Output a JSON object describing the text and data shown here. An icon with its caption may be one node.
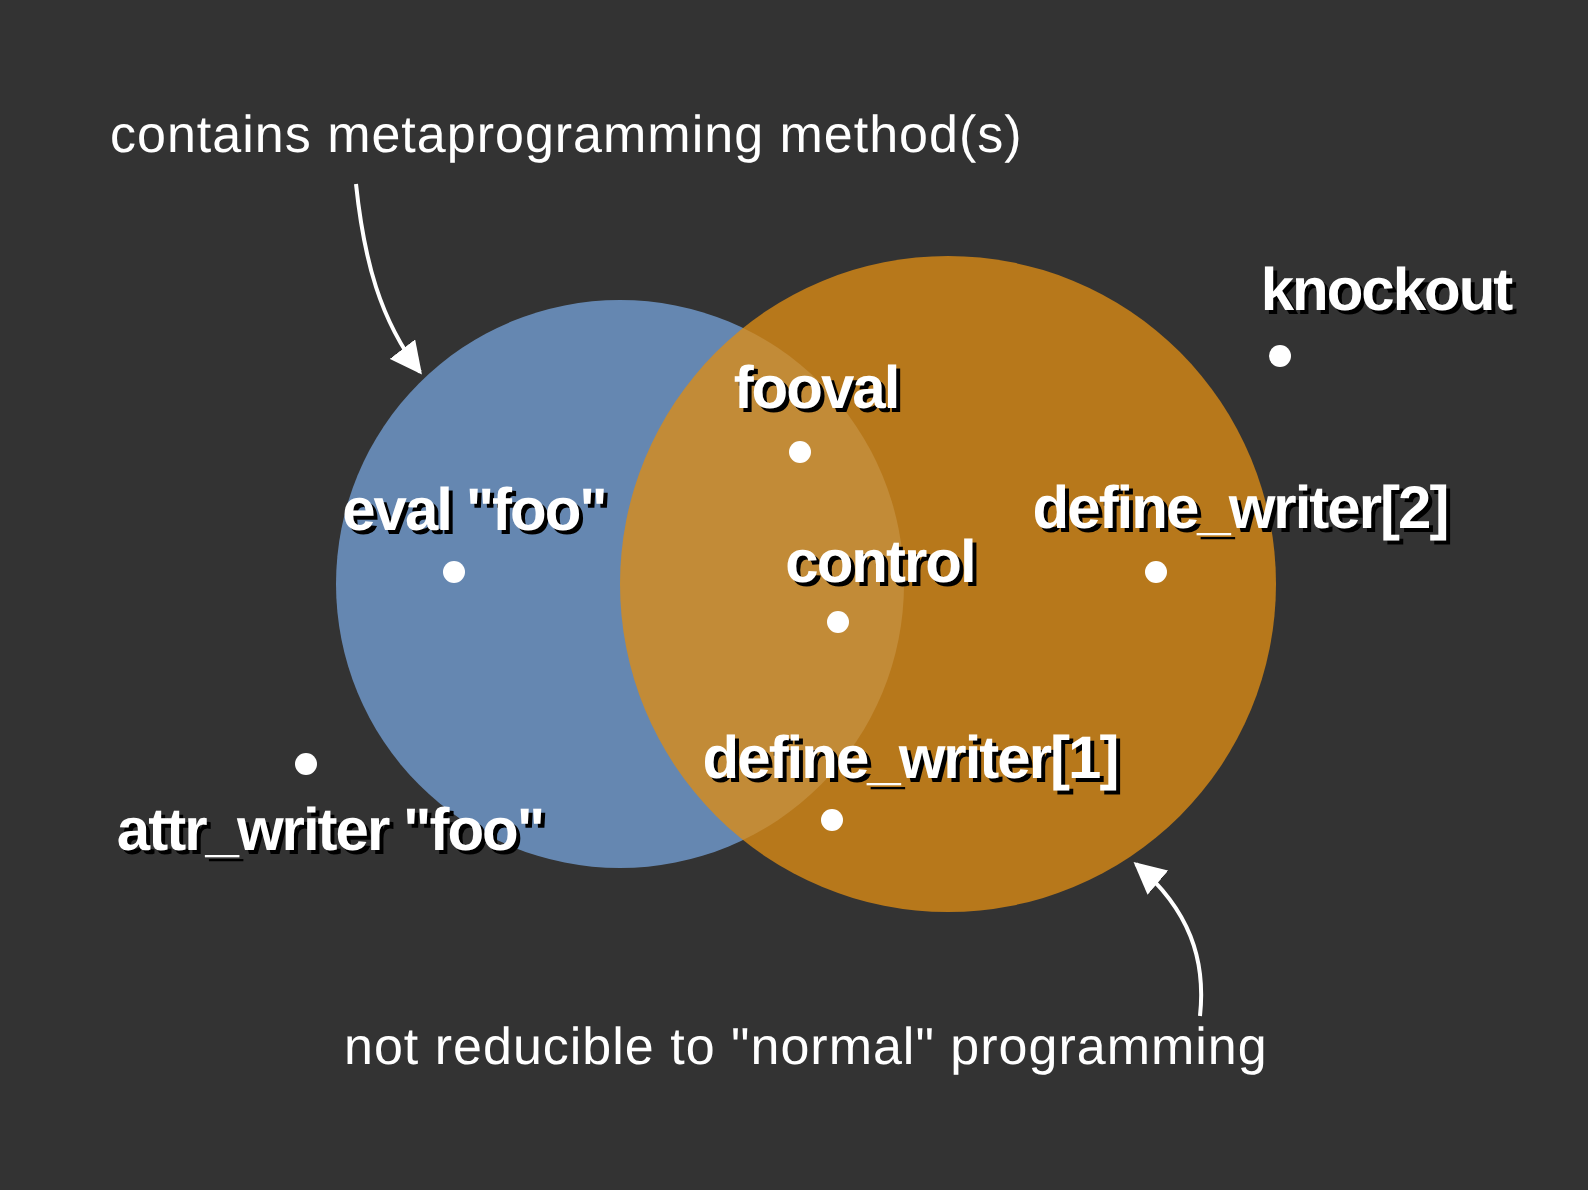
{
  "diagram": {
    "nodes": [
      {
        "text": [],
        "shape": "circle"
      },
      {
        "text": [],
        "shape": "circle"
      },
      {
        "text": [
          "contains metaprogramming method(s)"
        ]
      },
      {
        "text": [
          "not reducible to \"normal\" programming"
        ]
      }
    ],
    "edges": [
      {
        "from": 2,
        "to": 0,
        "arrow": "to"
      },
      {
        "from": 3,
        "to": 1,
        "arrow": "to"
      }
    ],
    "labels": [
      "knockout",
      "fooval",
      "eval \"foo\"",
      "define_writer[2]",
      "control",
      "define_writer[1]",
      "attr_writer \"foo\""
    ]
  }
}
